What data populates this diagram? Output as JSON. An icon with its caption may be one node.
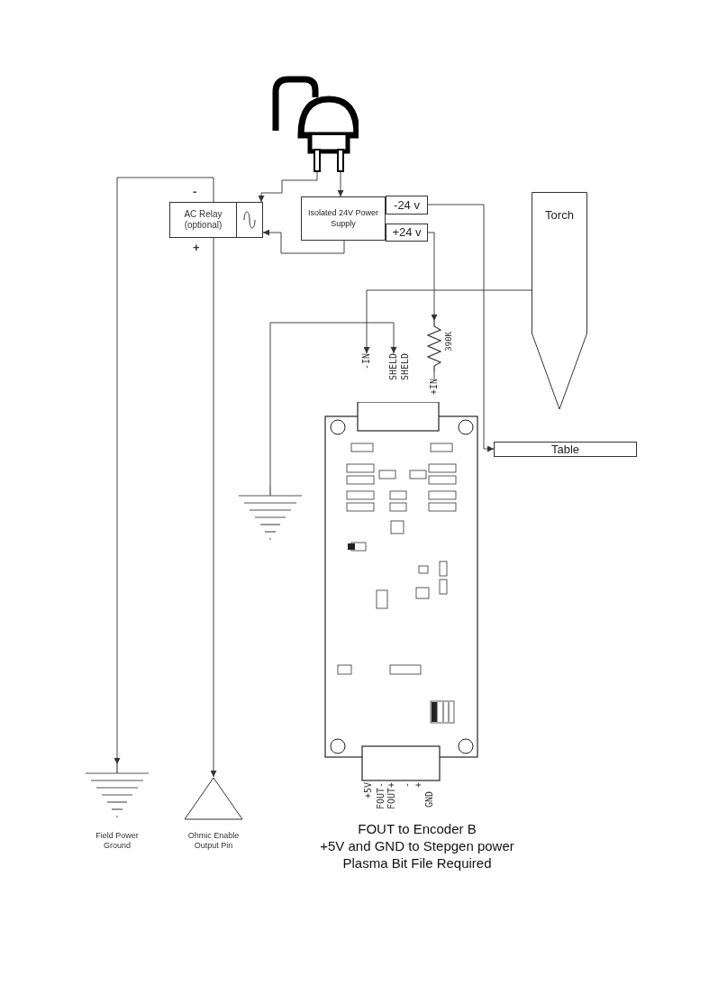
{
  "diagram": {
    "nodes": [
      {
        "text": [],
        "shape": "picture"
      },
      {
        "text": [
          "AC Relay (optional)"
        ]
      },
      {
        "text": [
          "Isolated 24V Power Supply"
        ]
      },
      {
        "text": [
          "-24 v"
        ]
      },
      {
        "text": [
          "+24 v"
        ]
      },
      {
        "text": [
          "Torch"
        ]
      },
      {
        "text": [
          "Table"
        ]
      },
      {
        "text": [],
        "shape": "resistor",
        "beside": [
          "390K"
        ]
      },
      {
        "text": [
          "-IN"
        ]
      },
      {
        "text": [
          "SHELD"
        ]
      },
      {
        "text": [
          "SHELD"
        ]
      },
      {
        "text": [
          "+IN"
        ]
      },
      {
        "text": [],
        "shape": "ground"
      },
      {
        "text": [
          "Field Power Ground"
        ]
      },
      {
        "text": [
          "Ohmic Enable Output Pin"
        ]
      }
    ],
    "edges": [
      {
        "from": 0,
        "to": 2,
        "arrow": "to"
      },
      {
        "from": 0,
        "to": 1,
        "arrow": "to"
      },
      {
        "from": 2,
        "to": 1,
        "arrow": "to"
      },
      {
        "from": 1,
        "to": 13,
        "arrow": "to"
      },
      {
        "from": 1,
        "to": 14,
        "arrow": "to"
      },
      {
        "from": 3,
        "to": 6,
        "arrow": "to"
      },
      {
        "from": 4,
        "to": 7,
        "arrow": "to"
      },
      {
        "from": 7,
        "to": 11,
        "arrow": "none"
      },
      {
        "from": 5,
        "to": 8,
        "arrow": "to"
      },
      {
        "from": 12,
        "to": 9,
        "arrow": "to"
      }
    ],
    "labels": [
      "-",
      "+",
      "+5V",
      "FOUT-",
      "FOUT+",
      "-",
      "+",
      "GND",
      "FOUT to Encoder B",
      "+5V and GND to Stepgen power",
      "Plasma Bit File Required"
    ]
  }
}
